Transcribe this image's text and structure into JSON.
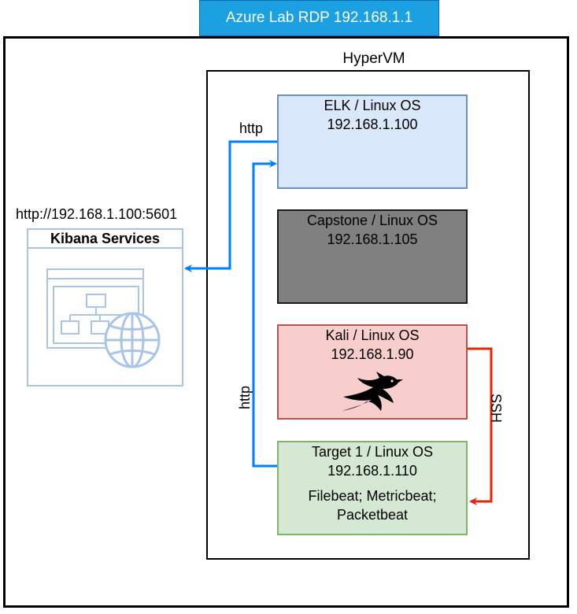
{
  "banner": {
    "title": "Azure Lab RDP 192.168.1.1"
  },
  "hypervm": {
    "label": "HyperVM"
  },
  "nodes": {
    "elk": {
      "name": "ELK / Linux OS",
      "ip": "192.168.1.100"
    },
    "capstone": {
      "name": "Capstone / Linux OS",
      "ip": "192.168.1.105"
    },
    "kali": {
      "name": "Kali / Linux OS",
      "ip": "192.168.1.90"
    },
    "target": {
      "name": "Target 1 / Linux OS",
      "ip": "192.168.1.110",
      "beats_line1": "Filebeat; Metricbeat;",
      "beats_line2": "Packetbeat"
    }
  },
  "kibana": {
    "url": "http://192.168.1.100:5601",
    "title": "Kibana Services",
    "icon": "web-server-icon"
  },
  "edges": {
    "http_top": "http",
    "http_side": "http",
    "ssh": "SSH"
  },
  "colors": {
    "banner": "#1ba1e2",
    "http_arrow": "#007fff",
    "ssh_arrow": "#e3260b",
    "elk_fill": "#dae8fc",
    "capstone_fill": "#808080",
    "kali_fill": "#f8cecc",
    "target_fill": "#d5e8d4"
  }
}
